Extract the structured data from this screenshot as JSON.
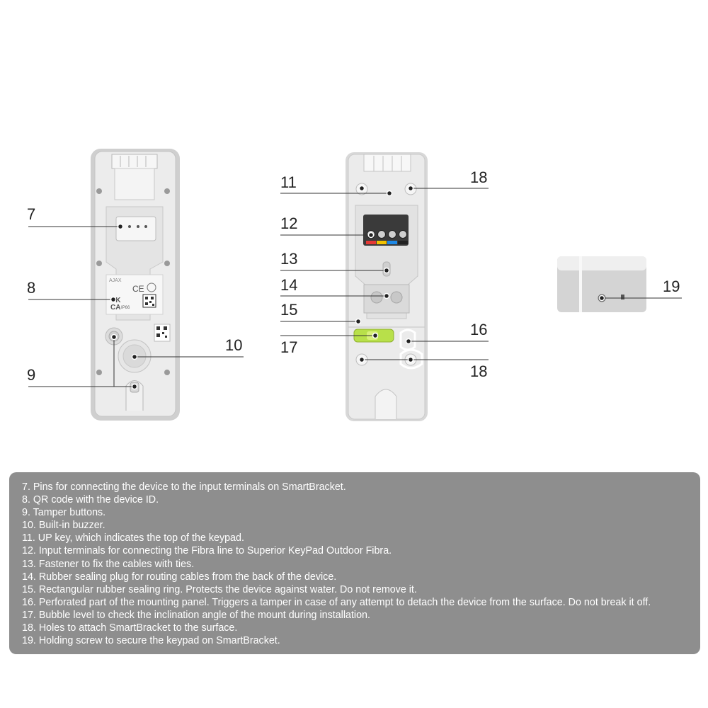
{
  "callouts": [
    "7",
    "8",
    "9",
    "10",
    "11",
    "12",
    "13",
    "14",
    "15",
    "16",
    "17",
    "18",
    "19"
  ],
  "label_plate": {
    "brand": "AJAX",
    "ukca_top": "UK",
    "ukca_bottom": "CA",
    "ip_rating": "IP66",
    "ce_mark": "CE"
  },
  "legend": [
    "7. Pins for connecting the device to the input terminals on SmartBracket.",
    "8. QR code with the device ID.",
    "9. Tamper buttons.",
    "10. Built-in buzzer.",
    "11. UP key, which indicates the top of the keypad.",
    "12. Input terminals for connecting the Fibra line to Superior KeyPad Outdoor Fibra.",
    "13. Fastener to fix the cables with ties.",
    "14. Rubber sealing plug for routing cables from the back of the device.",
    "15. Rectangular rubber sealing ring. Protects the device against water. Do not remove it.",
    "16. Perforated part of the mounting panel. Triggers a tamper in case of any attempt to detach the device from the surface. Do not break it off.",
    "17. Bubble level to check the inclination angle of the mount during installation.",
    "18. Holes to attach SmartBracket to the surface.",
    "19. Holding screw to secure the keypad on SmartBracket."
  ],
  "colors": {
    "legend_background": "#8e8e8e",
    "device_body": "#dcdcdc",
    "bubble_level": "#b8e04a",
    "terminal_red": "#e53935",
    "terminal_yellow": "#f2c200",
    "terminal_blue": "#1e88e5"
  }
}
